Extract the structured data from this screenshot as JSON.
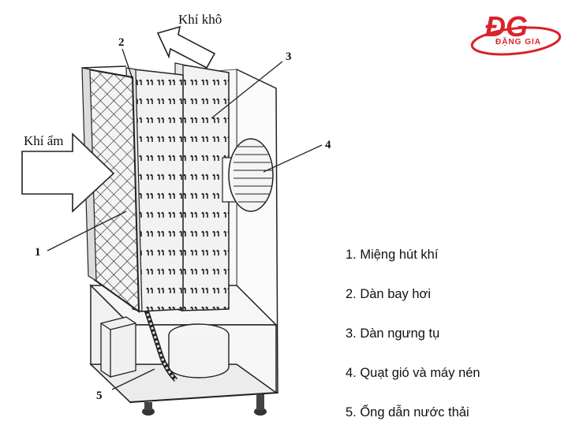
{
  "diagram": {
    "dry_air_label": "Khí khô",
    "humid_air_label": "Khí ẩm",
    "callouts": [
      "1",
      "2",
      "3",
      "4",
      "5"
    ]
  },
  "legend": [
    "1. Miệng hút khí",
    "2. Dàn bay hơi",
    "3. Dàn ngưng tụ",
    "4. Quạt gió và máy nén",
    "5. Ống dẫn nước thải"
  ],
  "logo": {
    "monogram": "ĐG",
    "brand": "ĐẶNG GIA",
    "color": "#d9222a"
  }
}
